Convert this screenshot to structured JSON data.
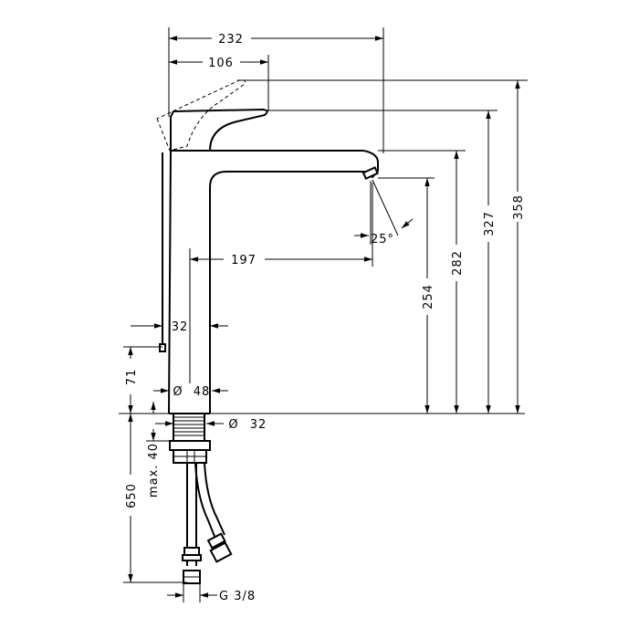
{
  "drawing": {
    "dimensions": {
      "total_width": "232",
      "handle_reach": "106",
      "spout_reach": "197",
      "handle_offset": "32",
      "body_diameter_symbol": "Ø",
      "body_diameter": "48",
      "shank_diameter_symbol": "Ø",
      "shank_diameter": "32",
      "spray_angle": "25°",
      "height_outlet": "254",
      "height_spout": "282",
      "height_handle": "327",
      "height_total": "358",
      "handle_height": "71",
      "max_clamp": "max. 40",
      "hose_length": "650",
      "connection": "G 3/8"
    }
  }
}
